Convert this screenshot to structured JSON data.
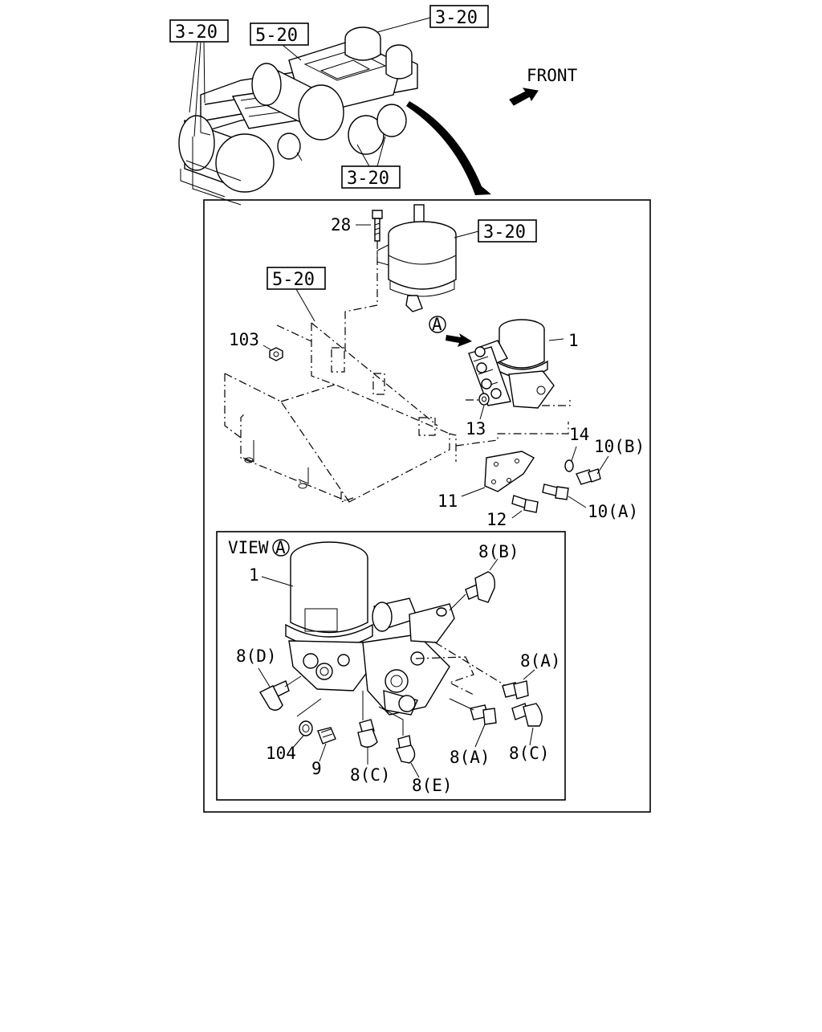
{
  "labels": {
    "ref_320_tl": "3-20",
    "ref_520_top": "5-20",
    "ref_320_tr": "3-20",
    "ref_320_bot": "3-20",
    "front": "FRONT",
    "ref_320_inner": "3-20",
    "ref_520_inner": "5-20",
    "p28": "28",
    "p103": "103",
    "circleA": "A",
    "p1": "1",
    "p13": "13",
    "p14": "14",
    "p10B": "10(B)",
    "p11": "11",
    "p12": "12",
    "p10A": "10(A)",
    "view": "VIEW",
    "viewA": "A",
    "v1": "1",
    "v8B": "8(B)",
    "v8D": "8(D)",
    "v8A_r": "8(A)",
    "v104": "104",
    "v9": "9",
    "v8C_l": "8(C)",
    "v8E": "8(E)",
    "v8A_b": "8(A)",
    "v8C_r": "8(C)"
  }
}
